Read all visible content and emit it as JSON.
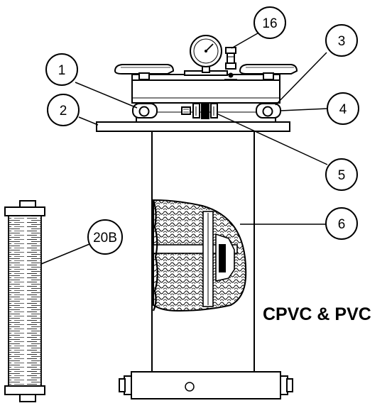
{
  "caption": "CPVC & PVC",
  "callouts": [
    {
      "label": "1"
    },
    {
      "label": "2"
    },
    {
      "label": "3"
    },
    {
      "label": "4"
    },
    {
      "label": "5"
    },
    {
      "label": "6"
    },
    {
      "label": "16"
    },
    {
      "label": "20B"
    }
  ]
}
